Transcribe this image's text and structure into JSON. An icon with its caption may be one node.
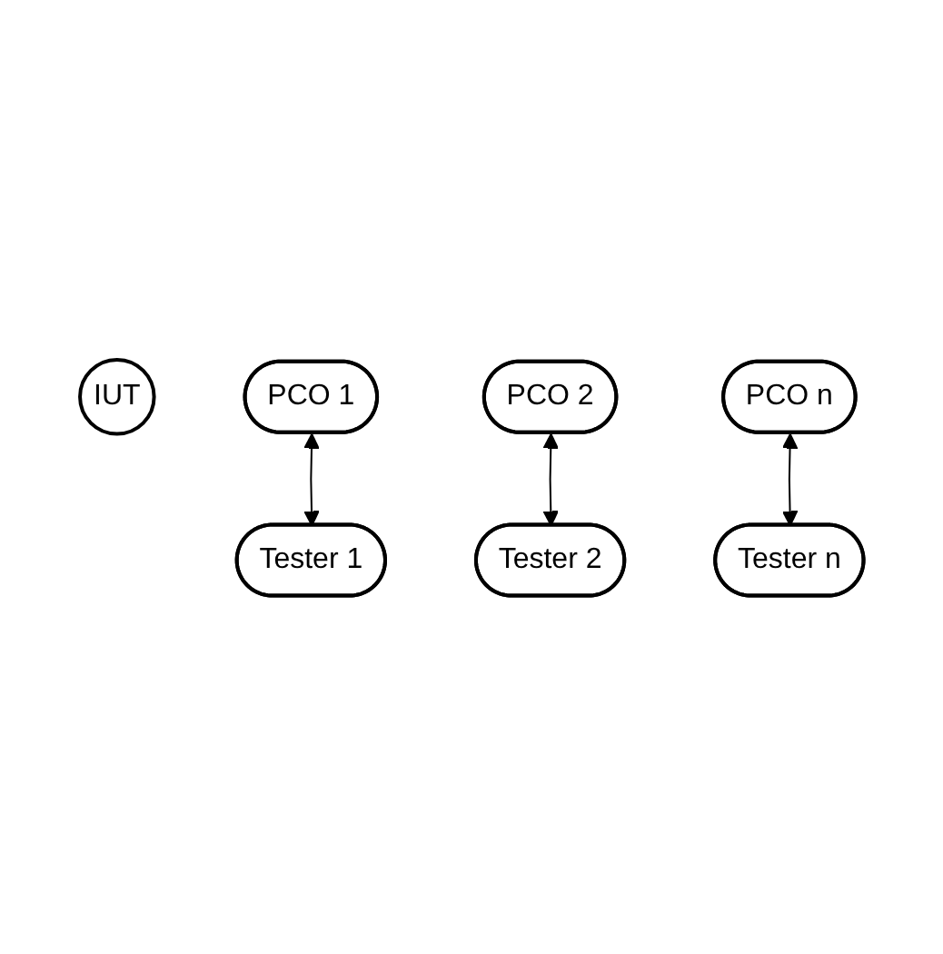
{
  "diagram": {
    "nodes": [
      {
        "text": [
          "IUT"
        ]
      },
      {
        "text": [
          "PCO 1"
        ]
      },
      {
        "text": [
          "PCO 2"
        ]
      },
      {
        "text": [
          "PCO n"
        ]
      },
      {
        "text": [
          "Tester 1"
        ]
      },
      {
        "text": [
          "Tester 2"
        ]
      },
      {
        "text": [
          "Tester n"
        ]
      }
    ],
    "edges": [
      {
        "from": 1,
        "to": 4,
        "arrow": "both"
      },
      {
        "from": 2,
        "to": 5,
        "arrow": "both"
      },
      {
        "from": 3,
        "to": 6,
        "arrow": "both"
      }
    ]
  }
}
